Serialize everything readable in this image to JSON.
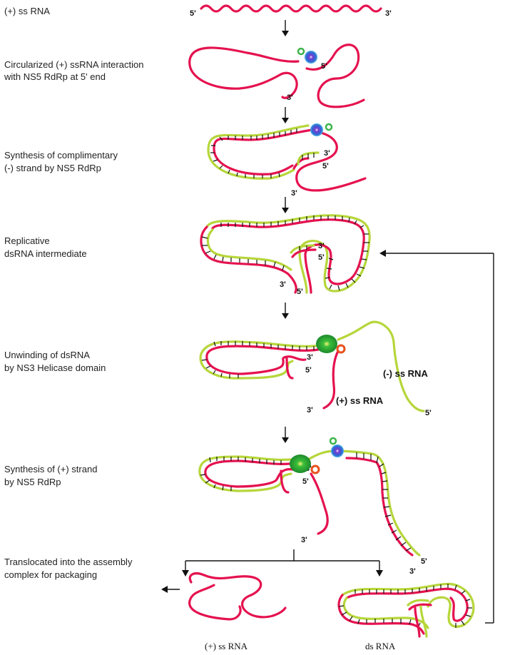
{
  "steps": [
    "(+) ss RNA",
    "Circularized (+) ssRNA interaction",
    "with NS5 RdRp at 5' end",
    "Synthesis of complimentary",
    "(-) strand by NS5 RdRp",
    "Replicative",
    "dsRNA intermediate",
    "Unwinding of dsRNA",
    "by NS3 Helicase domain",
    "Synthesis of (+) strand",
    "by NS5 RdRp",
    "Translocated into the assembly",
    "complex for packaging"
  ],
  "end_labels": {
    "five": "5'",
    "three": "3'"
  },
  "strand_labels": {
    "minus_ss": "(-) ss RNA",
    "plus_ss": "(+) ss RNA",
    "plus_ss_bottom": "(+) ss RNA",
    "ds_bottom": "ds RNA"
  },
  "colors": {
    "plus_strand": "#e5124f",
    "minus_strand": "#b6d63a",
    "polymerase": "#3a6fd8",
    "helicase": "#2fae3c"
  }
}
